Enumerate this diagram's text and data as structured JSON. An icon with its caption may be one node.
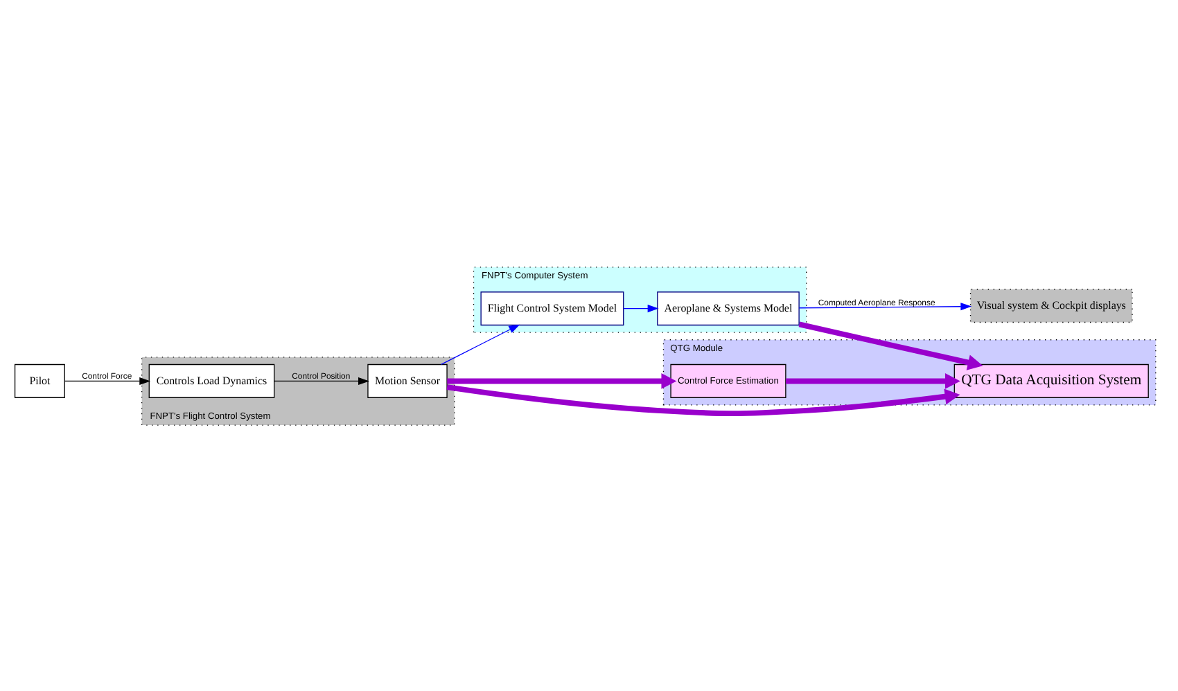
{
  "diagram": {
    "nodes": [
      {
        "text": [
          "Visual system & Cockpit displays"
        ]
      },
      {
        "text": [
          "Pilot"
        ]
      },
      {
        "text": [
          "FNPT's Flight Control System"
        ]
      },
      {
        "text": [
          "Controls Load Dynamics"
        ],
        "in": 2
      },
      {
        "text": [
          "Motion Sensor"
        ],
        "in": 2
      },
      {
        "text": [
          "FNPT's Computer System"
        ]
      },
      {
        "text": [
          "Flight Control System Model"
        ],
        "in": 5
      },
      {
        "text": [
          "Aeroplane & Systems Model"
        ],
        "in": 5
      },
      {
        "text": [
          "QTG Module"
        ]
      },
      {
        "text": [
          "Control Force Estimation"
        ],
        "in": 8
      },
      {
        "text": [
          "QTG Data Acquisition System"
        ],
        "in": 8
      }
    ],
    "edges": [
      {
        "from": 1,
        "to": 3,
        "arrow": "to",
        "label": "Control Force",
        "color": "#000000"
      },
      {
        "from": 3,
        "to": 4,
        "arrow": "to",
        "label": "Control Position",
        "color": "#000000"
      },
      {
        "from": 4,
        "to": 6,
        "arrow": "to",
        "color": "#0000ff"
      },
      {
        "from": 6,
        "to": 7,
        "arrow": "to",
        "color": "#0000ff"
      },
      {
        "from": 7,
        "to": 0,
        "arrow": "to",
        "color": "#0000ff",
        "label": "Computed Aeroplane Response"
      },
      {
        "from": 4,
        "to": 9,
        "arrow": "to",
        "color": "#9900cc",
        "style": "thick"
      },
      {
        "from": 4,
        "to": 10,
        "arrow": "to",
        "color": "#9900cc",
        "style": "thick"
      },
      {
        "from": 9,
        "to": 10,
        "arrow": "to",
        "color": "#9900cc",
        "style": "thick"
      },
      {
        "from": 7,
        "to": 10,
        "arrow": "to",
        "color": "#9900cc",
        "style": "thick"
      }
    ]
  }
}
